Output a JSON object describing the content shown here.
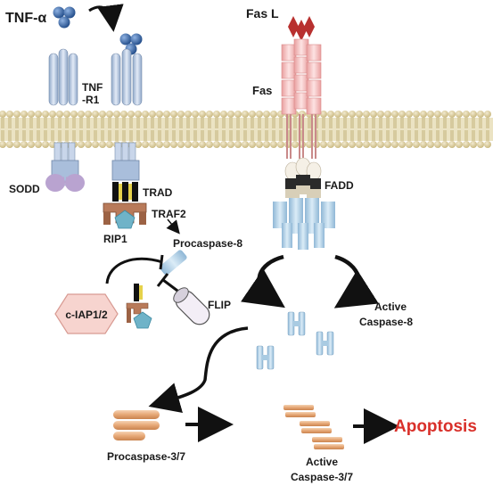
{
  "labels": {
    "tnf_alpha": "TNF-α",
    "tnf_r1_line1": "TNF",
    "tnf_r1_line2": "-R1",
    "sodd": "SODD",
    "trad": "TRAD",
    "traf2": "TRAF2",
    "rip1": "RIP1",
    "procaspase8": "Procaspase-8",
    "ciap": "c-IAP1/2",
    "flip": "FLIP",
    "fas_l": "Fas L",
    "fas": "Fas",
    "fadd": "FADD",
    "active_caspase8_line1": "Active",
    "active_caspase8_line2": "Caspase-8",
    "procaspase37": "Procaspase-3/7",
    "active_caspase37_line1": "Active",
    "active_caspase37_line2": "Caspase-3/7",
    "apoptosis": "Apoptosis"
  },
  "colors": {
    "membrane_head": "#d8c98f",
    "membrane_tail": "#c9bb86",
    "receptor_blue": "#b8c8e0",
    "fas_pink": "#f2b8b8",
    "fasl_red": "#b8302f",
    "tnf_blue": "#2e5b9a",
    "sodd_purple": "#b9a3d0",
    "traf2_brown": "#b87a5a",
    "rip1_teal": "#6fb3c8",
    "ciap_pink": "#f7d4cf",
    "caspase_blue": "#a9cbe2",
    "procaspase37_tan": "#e8b58a",
    "apoptosis_red": "#d9302a"
  }
}
